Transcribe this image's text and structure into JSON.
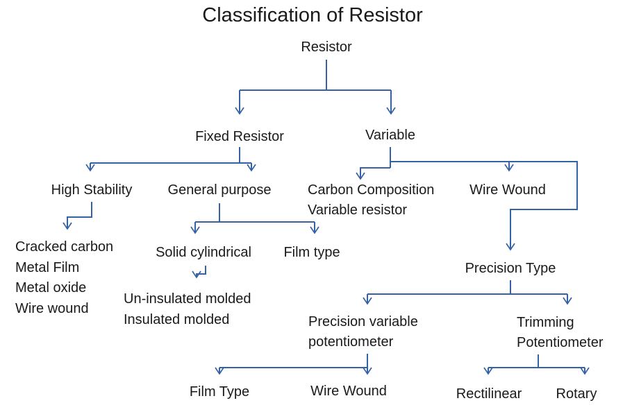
{
  "title": "Classification of Resistor",
  "diagram": {
    "stroke_color": "#3561A8",
    "text_color": "#1a1a1a",
    "background_color": "#ffffff",
    "nodes": {
      "resistor": "Resistor",
      "fixed_resistor": "Fixed Resistor",
      "variable": "Variable",
      "high_stability": "High Stability",
      "general_purpose": "General purpose",
      "carbon_composition_line1": "Carbon Composition",
      "carbon_composition_line2": "Variable resistor",
      "wire_wound_top": "Wire Wound",
      "high_stability_types": [
        "Cracked carbon",
        "Metal Film",
        "Metal oxide",
        "Wire wound"
      ],
      "solid_cylindrical": "Solid cylindrical",
      "film_type_general": "Film type",
      "molded_types": [
        "Un-insulated molded",
        "Insulated molded"
      ],
      "precision_type": "Precision Type",
      "precision_variable_line1": "Precision variable",
      "precision_variable_line2": "potentiometer",
      "trimming_line1": "Trimming",
      "trimming_line2": "Potentiometer",
      "film_type_precision": "Film Type",
      "wire_wound_precision": "Wire Wound",
      "rectilinear": "Rectilinear",
      "rotary": "Rotary"
    }
  }
}
